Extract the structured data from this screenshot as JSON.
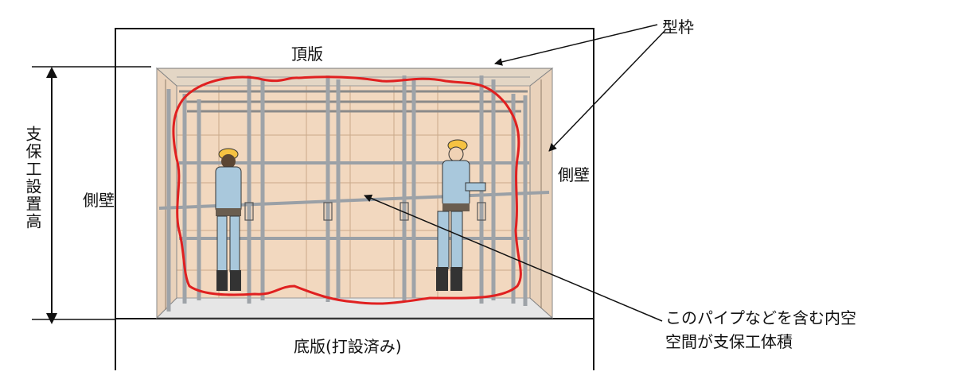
{
  "labels": {
    "top_slab": "頂版",
    "side_wall_left": "側壁",
    "side_wall_right": "側壁",
    "bottom_slab": "底版(打設済み)",
    "formwork": "型枠",
    "support_height": "支保工設置高",
    "note_line1": "このパイプなどを含む内空",
    "note_line2": "空間が支保工体積"
  },
  "colors": {
    "outline": "#111111",
    "volume_outline": "#e02020",
    "panel": "#f2d8bf",
    "frame": "#b8b8b8",
    "worker_uniform": "#a9c8dc",
    "helmet": "#f5c242"
  },
  "icons": [
    "worker-figure",
    "worker-figure",
    "arrow-icon"
  ]
}
